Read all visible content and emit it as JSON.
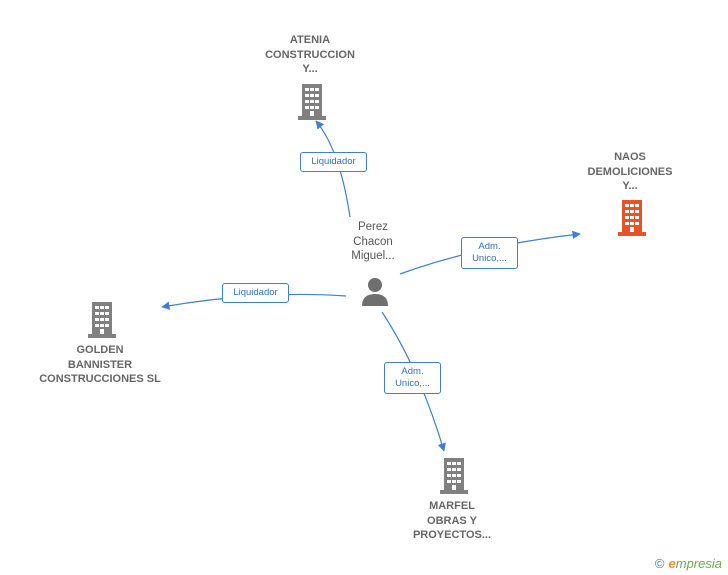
{
  "nodes": {
    "person": {
      "line1": "Perez",
      "line2": "Chacon",
      "line3": "Miguel...",
      "icon": "person-icon"
    },
    "atenia": {
      "line1": "ATENIA",
      "line2": "CONSTRUCCION",
      "line3": "Y...",
      "icon": "building-icon"
    },
    "naos": {
      "line1": "NAOS",
      "line2": "DEMOLICIONES",
      "line3": "Y...",
      "icon": "building-icon",
      "color": "#e8542a"
    },
    "golden": {
      "line1": "GOLDEN",
      "line2": "BANNISTER",
      "line3": "CONSTRUCCIONES SL",
      "icon": "building-icon"
    },
    "marfel": {
      "line1": "MARFEL",
      "line2": "OBRAS Y",
      "line3": "PROYECTOS...",
      "icon": "building-icon"
    }
  },
  "edges": {
    "atenia": {
      "line1": "Liquidador"
    },
    "naos": {
      "line1": "Adm.",
      "line2": "Unico,..."
    },
    "golden": {
      "line1": "Liquidador"
    },
    "marfel": {
      "line1": "Adm.",
      "line2": "Unico,..."
    }
  },
  "colors": {
    "edge": "#3d7fd0",
    "building": "#808080",
    "highlight": "#e8542a",
    "person": "#6f6f6f"
  },
  "footer": {
    "copyright": "©",
    "brand_initial": "e",
    "brand_rest": "mpresia"
  }
}
